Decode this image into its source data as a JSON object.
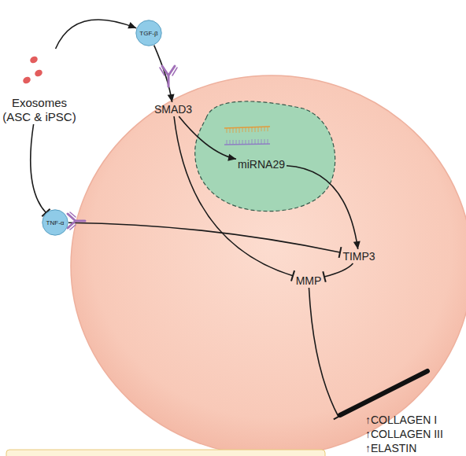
{
  "diagram": {
    "nodes": [
      {
        "text": [
          "Exosomes (ASC & iPSC)"
        ]
      },
      {
        "text": [
          "TGF-β"
        ]
      },
      {
        "text": [
          "SMAD3"
        ]
      },
      {
        "text": [
          "miRNA29"
        ]
      },
      {
        "text": [
          "TNF-α"
        ]
      },
      {
        "text": [
          "TIMP3"
        ]
      },
      {
        "text": [
          "MMP"
        ]
      },
      {
        "text": [
          "↑COLLAGEN I",
          "↑COLLAGEN III",
          "↑ELASTIN"
        ]
      }
    ],
    "edges": [
      {
        "from": 0,
        "to": 1,
        "arrow": "to"
      },
      {
        "from": 0,
        "to": 4,
        "arrow": "to"
      },
      {
        "from": 1,
        "to": 2,
        "arrow": "to"
      },
      {
        "from": 2,
        "to": 3,
        "arrow": "to"
      },
      {
        "from": 3,
        "to": 5,
        "arrow": "to"
      },
      {
        "from": 4,
        "to": 5,
        "arrow": "to"
      },
      {
        "from": 5,
        "to": 6,
        "arrow": "to"
      },
      {
        "from": 2,
        "to": 6,
        "arrow": "to"
      },
      {
        "from": 6,
        "to": 7,
        "arrow": "to"
      }
    ]
  }
}
